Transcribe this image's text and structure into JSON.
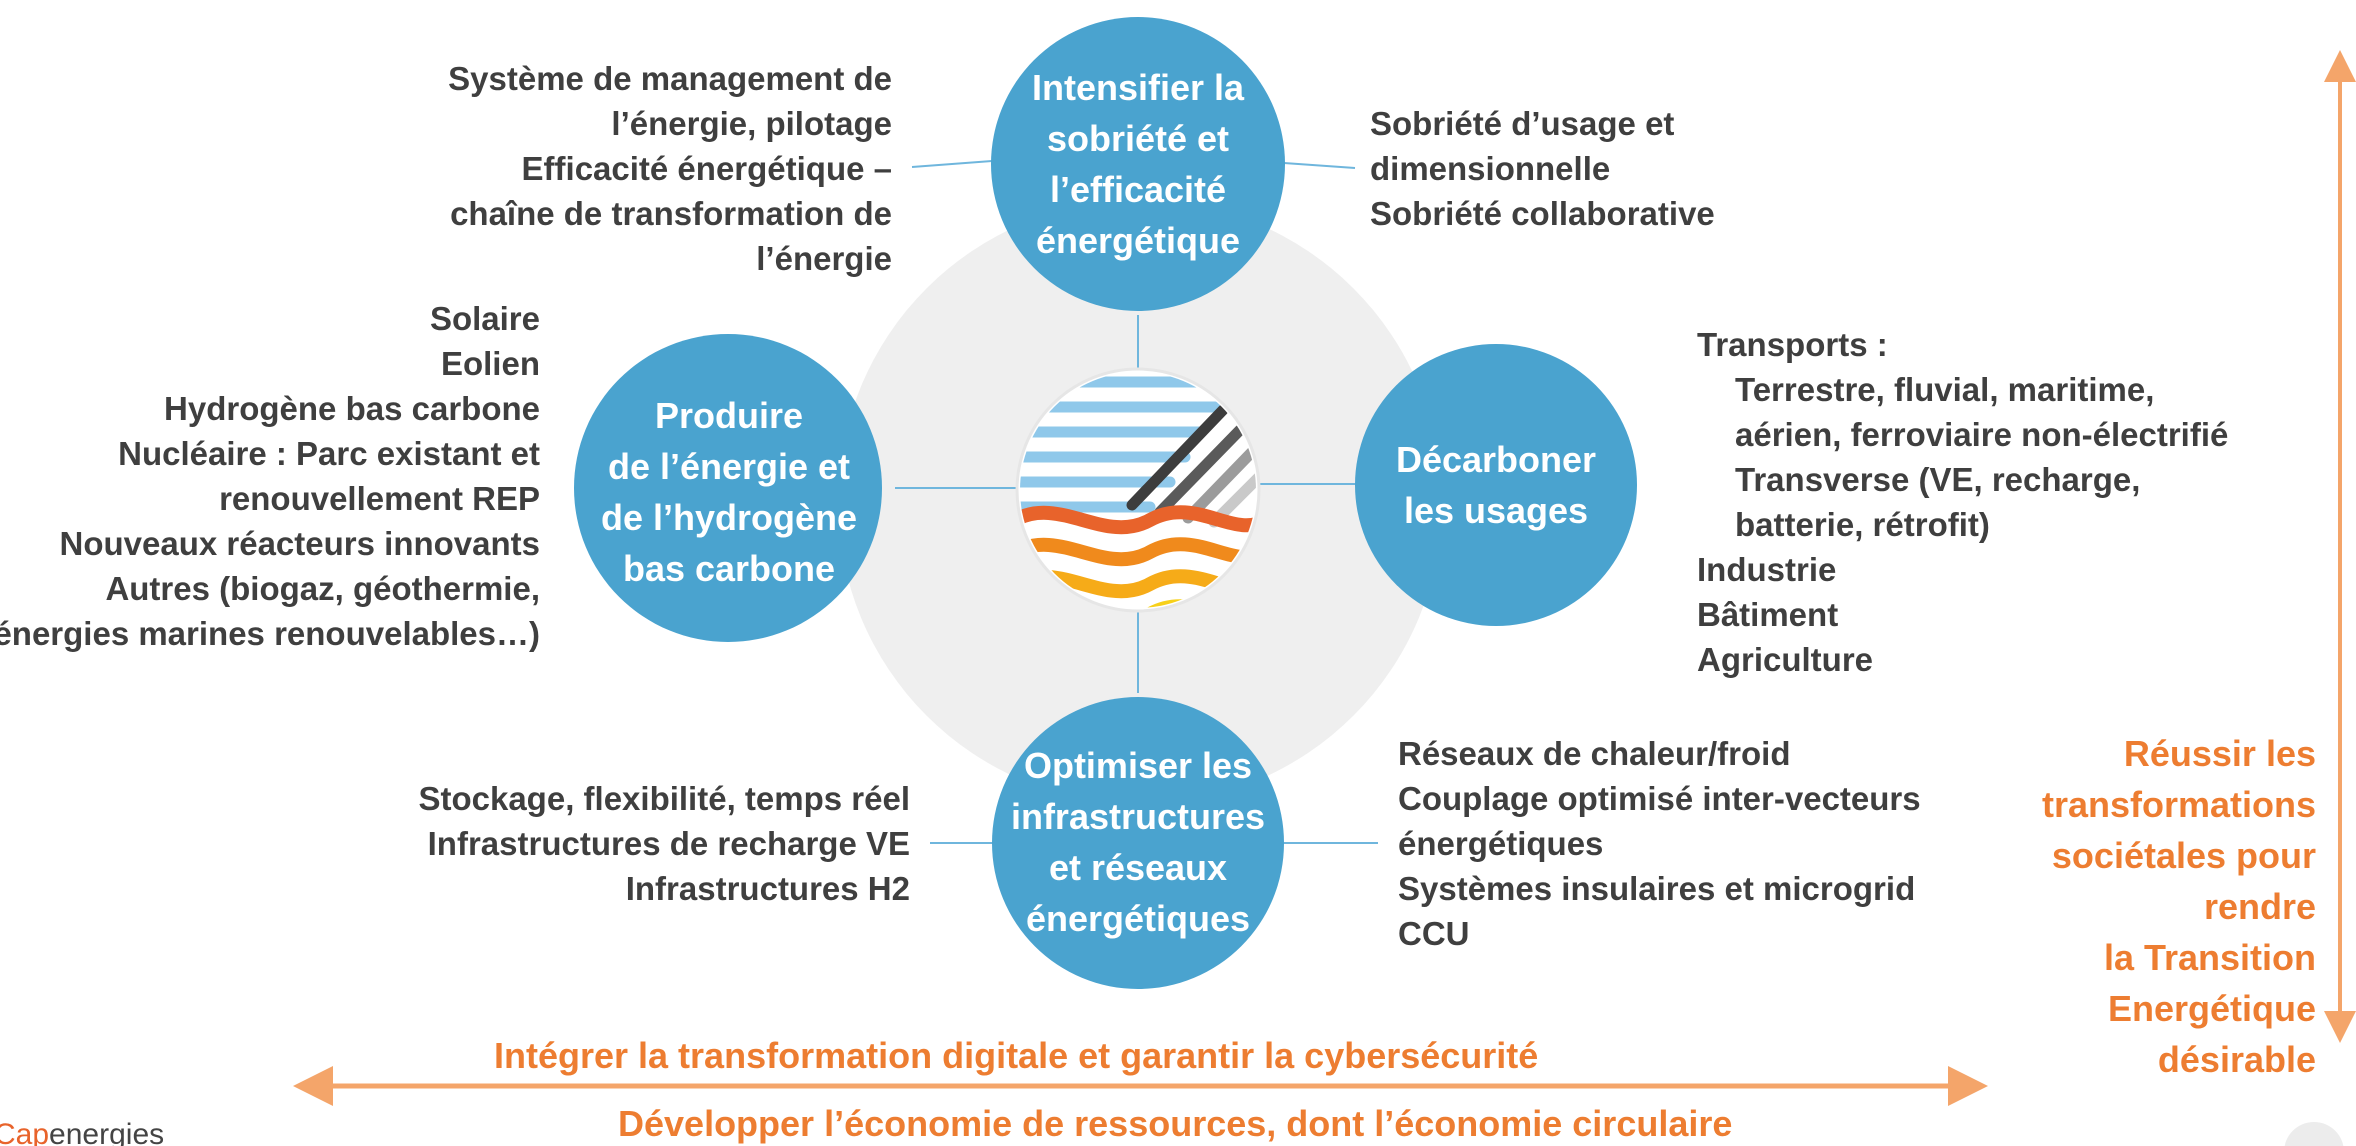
{
  "hubs": {
    "top": [
      "Intensifier la",
      "sobriété et",
      "l’efficacité",
      "énergétique"
    ],
    "left": [
      "Produire",
      "de l’énergie et",
      "de l’hydrogène",
      "bas carbone"
    ],
    "right": [
      "Décarboner",
      "les usages"
    ],
    "bottom": [
      "Optimiser les",
      "infrastructures",
      "et réseaux",
      "énergétiques"
    ]
  },
  "items": {
    "top_left": [
      "Système de management de",
      "l’énergie, pilotage",
      "Efficacité énergétique –",
      "chaîne de transformation de",
      "l’énergie"
    ],
    "top_right": [
      "Sobriété d’usage et",
      "dimensionnelle",
      "Sobriété collaborative"
    ],
    "left": [
      "Solaire",
      "Eolien",
      "Hydrogène bas carbone",
      "Nucléaire : Parc existant et",
      "renouvellement REP",
      "Nouveaux réacteurs innovants",
      "Autres (biogaz, géothermie,",
      "énergies marines renouvelables…)"
    ],
    "right": {
      "heading": "Transports :",
      "transport_sub": [
        "Terrestre, fluvial, maritime,",
        "aérien, ferroviaire non-électrifié",
        "Transverse (VE, recharge,",
        "batterie, rétrofit)"
      ],
      "others": [
        "Industrie",
        "Bâtiment",
        "Agriculture"
      ]
    },
    "bottom_left": [
      "Stockage, flexibilité, temps réel",
      "Infrastructures de recharge VE",
      "Infrastructures H2"
    ],
    "bottom_right": [
      "Réseaux de chaleur/froid",
      "Couplage optimisé inter-vecteurs",
      "énergétiques",
      "Systèmes insulaires et microgrid",
      "CCU"
    ]
  },
  "transverse": {
    "digital": "Intégrer la transformation digitale et garantir la cybersécurité",
    "circular": "Développer l’économie de ressources, dont l’économie circulaire"
  },
  "goal": [
    "Réussir les",
    "transformations",
    "sociétales pour",
    "rendre",
    "la Transition",
    "Energétique",
    "désirable"
  ],
  "logo": {
    "part1": "Cap",
    "part2": "energies"
  },
  "colors": {
    "hub": "#4aa3cf",
    "accent": "#ed7d31",
    "text": "#3f3f3f",
    "background_disc": "#efefef",
    "connector": "#6fb6dd"
  },
  "icons": {
    "center": "energy-waves-icon"
  }
}
